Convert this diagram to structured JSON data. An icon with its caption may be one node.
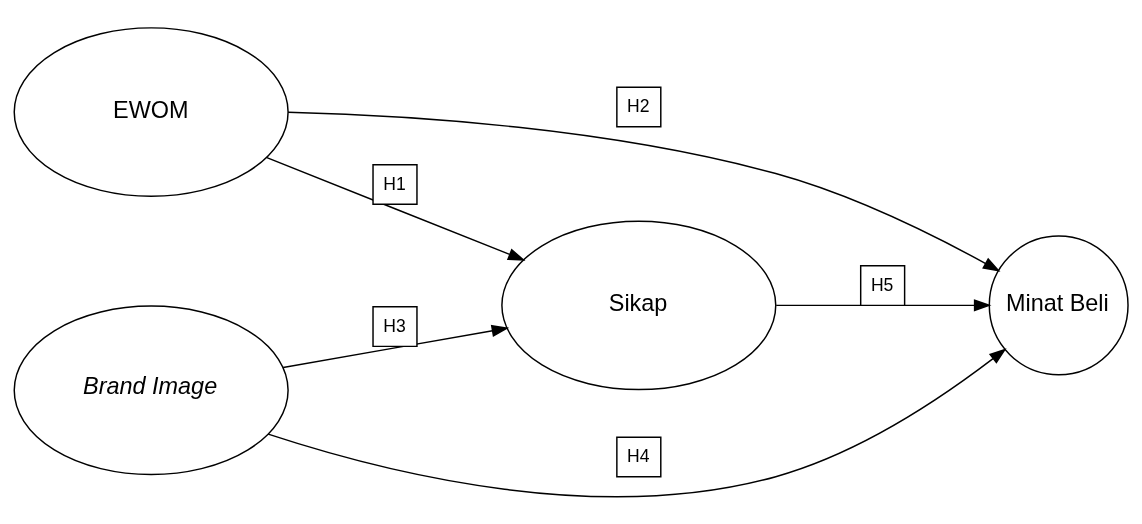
{
  "diagram": {
    "nodes": [
      {
        "text": [
          "EWOM"
        ]
      },
      {
        "text": [
          "Brand Image"
        ]
      },
      {
        "text": [
          "Sikap"
        ]
      },
      {
        "text": [
          "Minat Beli"
        ]
      }
    ],
    "edges": [
      {
        "from": 0,
        "to": 2,
        "arrow": "to",
        "label": "H1"
      },
      {
        "from": 0,
        "to": 3,
        "arrow": "to",
        "label": "H2"
      },
      {
        "from": 1,
        "to": 2,
        "arrow": "to",
        "label": "H3"
      },
      {
        "from": 1,
        "to": 3,
        "arrow": "to",
        "label": "H4"
      },
      {
        "from": 2,
        "to": 3,
        "arrow": "to",
        "label": "H5"
      }
    ]
  }
}
